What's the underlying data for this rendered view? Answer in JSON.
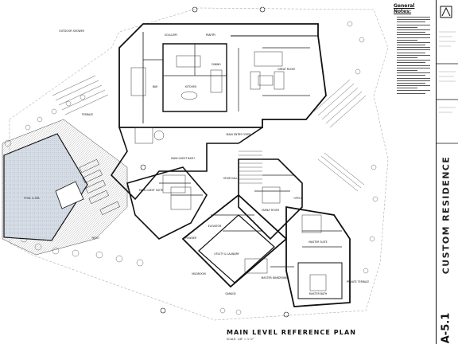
{
  "sheet": {
    "title": "MAIN LEVEL REFERENCE PLAN",
    "scale": "SCALE: 1/8\" = 1'-0\"",
    "project_name": "CUSTOM RESIDENCE",
    "sheet_number": "A-5.1",
    "general_notes_title": "General Notes:"
  },
  "rooms": [
    {
      "label": "POOL & SPA"
    },
    {
      "label": "OUTDOOR SHOWER"
    },
    {
      "label": "PATIO"
    },
    {
      "label": "TERRACE"
    },
    {
      "label": "KITCHEN"
    },
    {
      "label": "SCULLERY"
    },
    {
      "label": "PANTRY"
    },
    {
      "label": "BAR"
    },
    {
      "label": "DINING"
    },
    {
      "label": "GREAT ROOM"
    },
    {
      "label": "MAIN ENTRY FOYER"
    },
    {
      "label": "STAIR HALL"
    },
    {
      "label": "MAIN GUEST SUITE"
    },
    {
      "label": "MAIN GUEST BATH"
    },
    {
      "label": "FAMILY ROOM"
    },
    {
      "label": "POWDER"
    },
    {
      "label": "ELEVATOR"
    },
    {
      "label": "UTILITY & LAUNDRY"
    },
    {
      "label": "GARAGE"
    },
    {
      "label": "MUDROOM"
    },
    {
      "label": "OFFICE"
    },
    {
      "label": "MASTER SUITE"
    },
    {
      "label": "MASTER BATH"
    },
    {
      "label": "MASTER WARDROBE"
    },
    {
      "label": "PRIVATE TERRACE"
    }
  ],
  "colors": {
    "wall": "#111111",
    "pool_fill": "#d6dde6",
    "line": "#333333"
  }
}
